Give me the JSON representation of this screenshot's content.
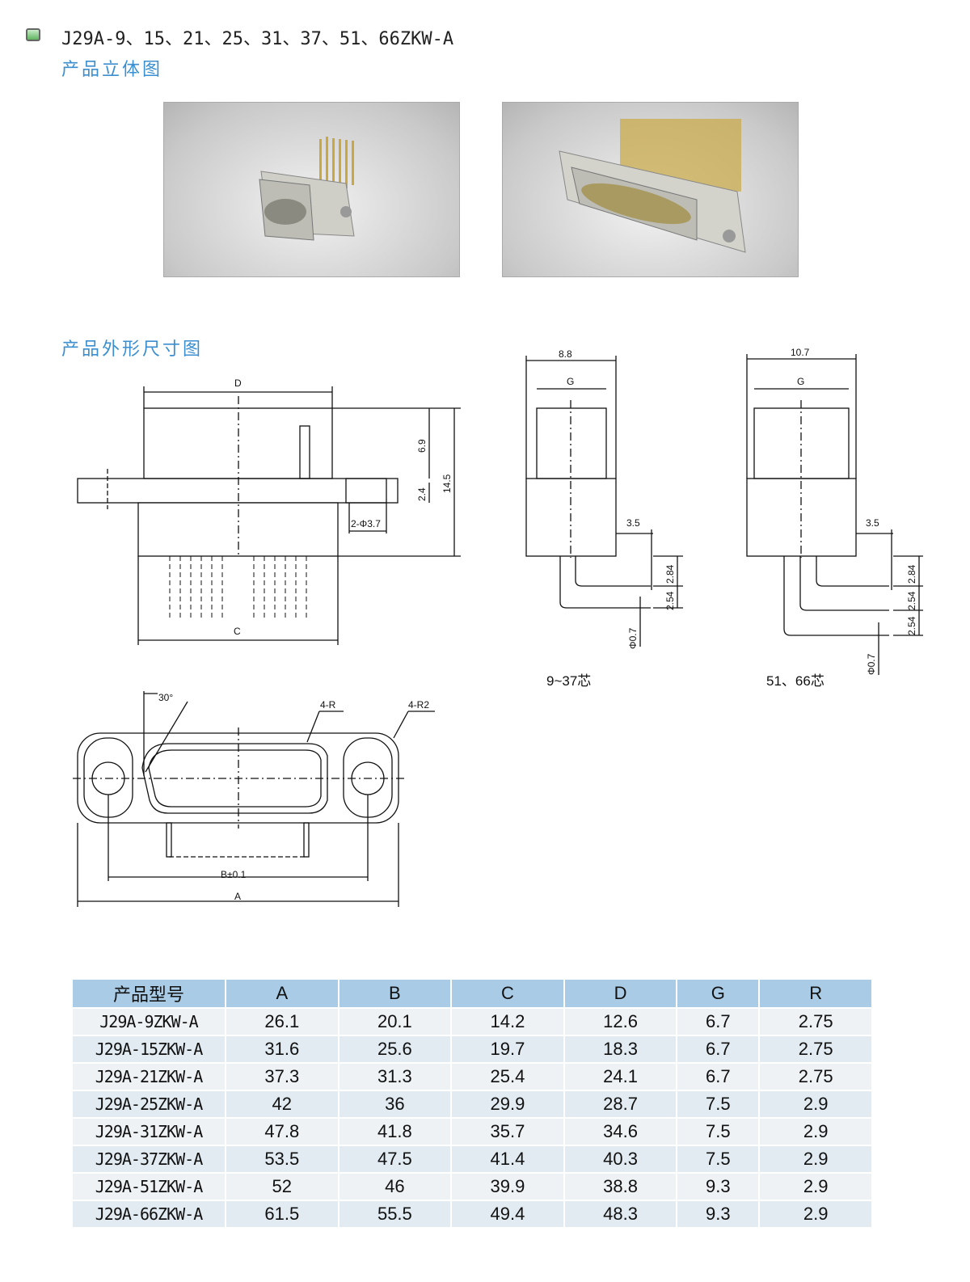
{
  "header": {
    "title": "J29A-9、15、21、25、31、37、51、66ZKW-A",
    "section_3d": "产品立体图",
    "section_dims": "产品外形尺寸图"
  },
  "drawing": {
    "front": {
      "D": "D",
      "C": "C",
      "dim_69": "6.9",
      "dim_24": "2.4",
      "dim_145": "14.5",
      "hole": "2-Φ3.7"
    },
    "side_small": {
      "width": "8.8",
      "G": "G",
      "dim_35": "3.5",
      "dim_284": "2.84",
      "dim_254": "2.54",
      "pin": "Φ0.7",
      "caption": "9~37芯"
    },
    "side_large": {
      "width": "10.7",
      "G": "G",
      "dim_35": "3.5",
      "dim_284": "2.84",
      "dim_254a": "2.54",
      "dim_254b": "2.54",
      "pin": "Φ0.7",
      "caption": "51、66芯"
    },
    "top": {
      "angle": "30°",
      "r": "4-R",
      "r2": "4-R2",
      "B": "B±0.1",
      "A": "A"
    }
  },
  "table": {
    "headers": [
      "产品型号",
      "A",
      "B",
      "C",
      "D",
      "G",
      "R"
    ],
    "rows": [
      [
        "J29A-9ZKW-A",
        "26.1",
        "20.1",
        "14.2",
        "12.6",
        "6.7",
        "2.75"
      ],
      [
        "J29A-15ZKW-A",
        "31.6",
        "25.6",
        "19.7",
        "18.3",
        "6.7",
        "2.75"
      ],
      [
        "J29A-21ZKW-A",
        "37.3",
        "31.3",
        "25.4",
        "24.1",
        "6.7",
        "2.75"
      ],
      [
        "J29A-25ZKW-A",
        "42",
        "36",
        "29.9",
        "28.7",
        "7.5",
        "2.9"
      ],
      [
        "J29A-31ZKW-A",
        "47.8",
        "41.8",
        "35.7",
        "34.6",
        "7.5",
        "2.9"
      ],
      [
        "J29A-37ZKW-A",
        "53.5",
        "47.5",
        "41.4",
        "40.3",
        "7.5",
        "2.9"
      ],
      [
        "J29A-51ZKW-A",
        "52",
        "46",
        "39.9",
        "38.8",
        "9.3",
        "2.9"
      ],
      [
        "J29A-66ZKW-A",
        "61.5",
        "55.5",
        "49.4",
        "48.3",
        "9.3",
        "2.9"
      ]
    ]
  }
}
